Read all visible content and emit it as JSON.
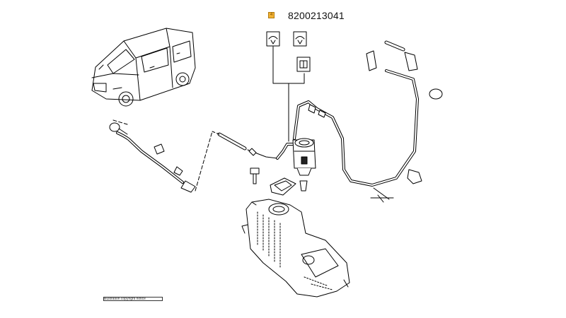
{
  "diagram": {
    "part_number": "8200213041",
    "marker_label": "4",
    "scale_text": "illustration copyright notice"
  },
  "colors": {
    "marker_fill": "#f2b233",
    "line": "#000000",
    "background": "#ffffff"
  },
  "icons": [
    "windscreen-washer-icon",
    "rear-washer-icon",
    "pump-connector-icon"
  ]
}
